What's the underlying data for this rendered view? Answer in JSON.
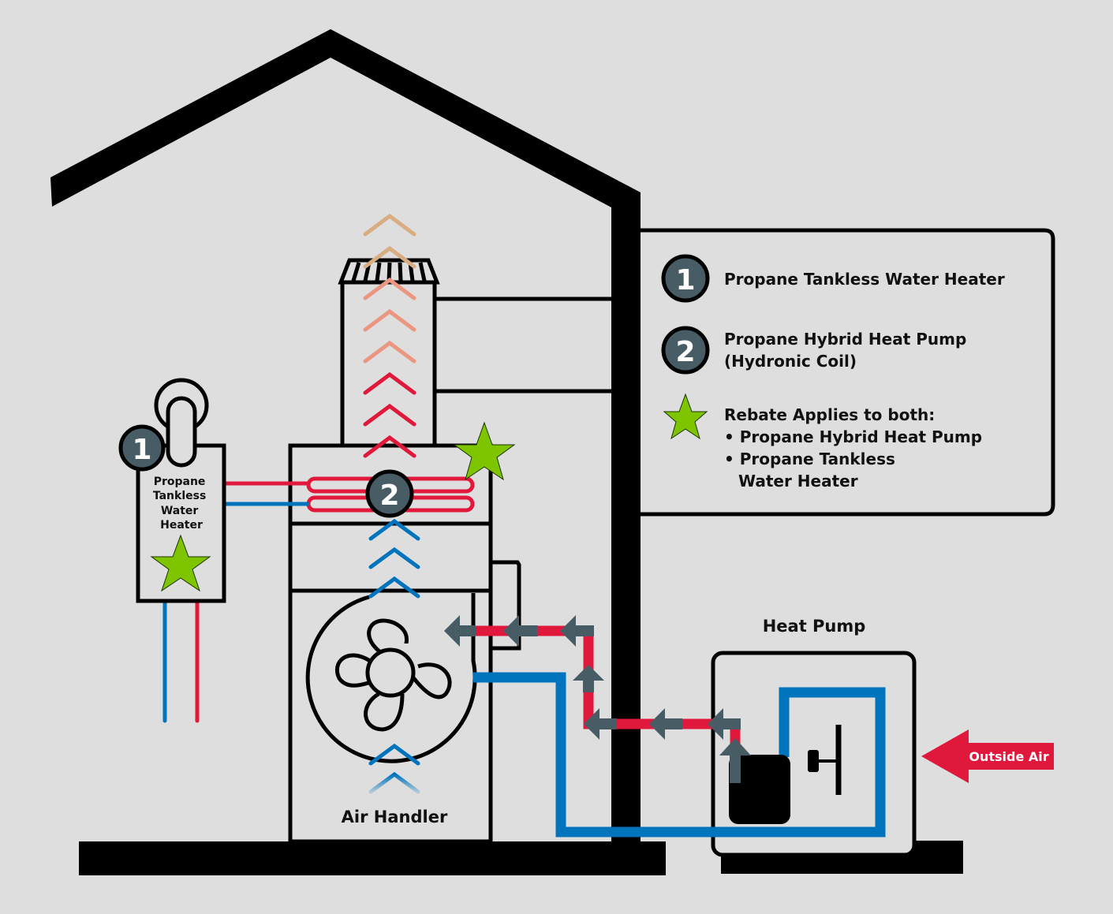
{
  "colors": {
    "background": "#dedede",
    "outline": "#000000",
    "hot": "#e0193c",
    "cold": "#0073bd",
    "arrow_gray": "#485c66",
    "badge_fill": "#485c66",
    "star": "#7ec500",
    "exhaust_tan": "#d9ad82",
    "exhaust_salmon": "#ec9580"
  },
  "legend": {
    "item1": {
      "badge": "1",
      "label": "Propane Tankless Water Heater"
    },
    "item2": {
      "badge": "2",
      "label_line1": "Propane Hybrid Heat Pump",
      "label_line2": "(Hydronic Coil)"
    },
    "rebate": {
      "title": "Rebate Applies to both:",
      "bullets": [
        "• Propane Hybrid Heat Pump",
        "• Propane Tankless",
        "Water Heater"
      ]
    }
  },
  "water_heater": {
    "badge": "1",
    "label_lines": [
      "Propane",
      "Tankless",
      "Water",
      "Heater"
    ]
  },
  "air_handler": {
    "badge": "2",
    "label": "Air Handler"
  },
  "heat_pump": {
    "label": "Heat Pump"
  },
  "outside_air": {
    "label": "Outside Air"
  }
}
